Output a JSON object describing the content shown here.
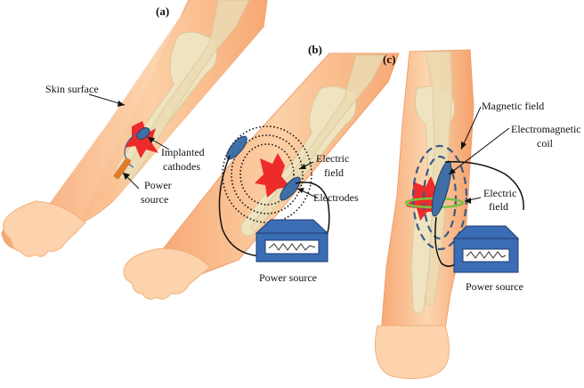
{
  "panels": {
    "a": {
      "letter": "(a)",
      "skin_surface": "Skin surface",
      "cathodes_1": "Implanted",
      "cathodes_2": "cathodes",
      "power_1": "Power",
      "power_2": "source"
    },
    "b": {
      "letter": "(b)",
      "field_1": "Electric",
      "field_2": "field",
      "electrodes": "Electrodes",
      "power": "Power source"
    },
    "c": {
      "letter": "(c)",
      "magnetic": "Magnetic field",
      "coil_1": "Electromagnetic",
      "coil_2": "coil",
      "field_1": "Electric",
      "field_2": "field",
      "power": "Power source"
    }
  },
  "colors": {
    "skin": "#f5b98a",
    "bone": "#efe3c0",
    "fracture": "#ee2b2b",
    "electrode": "#3f6fa6",
    "device": "#3a6cb3",
    "field_green": "#7ac142"
  }
}
